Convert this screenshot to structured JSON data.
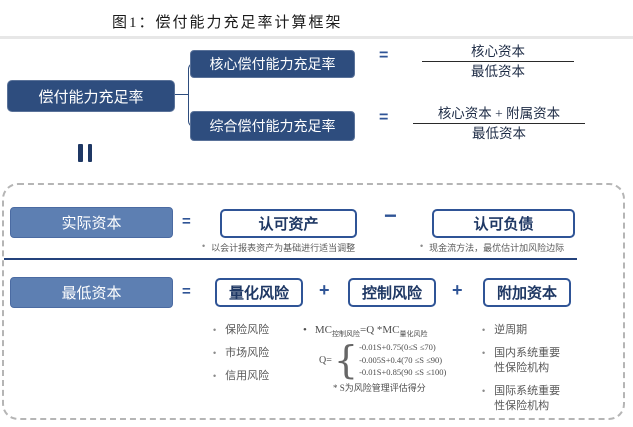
{
  "title": "图1：偿付能力充足率计算框架",
  "colors": {
    "dark_navy_box": "#2e4d7e",
    "steel_blue_box": "#5d7fb2",
    "outline_blue": "#2f5496",
    "operator_blue": "#2f5496",
    "note_gray": "#595959",
    "dashed_border_gray": "#b5b5b5",
    "divider_navy": "#24427c"
  },
  "operators": {
    "equals": "=",
    "minus": "−",
    "plus": "+"
  },
  "tree": {
    "root": {
      "label": "偿付能力充足率"
    },
    "branches": [
      {
        "label": "核心偿付能力充足率",
        "numerator": "核心资本",
        "denominator": "最低资本"
      },
      {
        "label": "综合偿付能力充足率",
        "numerator": "核心资本 + 附属资本",
        "denominator": "最低资本"
      }
    ]
  },
  "panel": {
    "actual": {
      "label": "实际资本",
      "terms": [
        {
          "label": "认可资产",
          "note": "以会计报表资产为基础进行适当调整"
        },
        {
          "label": "认可负债",
          "note": "现金流方法，最优估计加风险边际"
        }
      ]
    },
    "minimum": {
      "label": "最低资本",
      "terms": [
        {
          "label": "量化风险",
          "bullets": [
            "保险风险",
            "市场风险",
            "信用风险"
          ]
        },
        {
          "label": "控制风险",
          "formula": {
            "mc_left": "MC",
            "mc_left_sub": "控制风险",
            "mc_mid": "=Q *",
            "mc_right": "MC",
            "mc_right_sub": "量化风险",
            "q_label": "Q=",
            "brace": "{",
            "piecewise": [
              "-0.01S+0.75(0≤S ≤70)",
              "-0.005S+0.4(70 ≤S ≤90)",
              "-0.01S+0.85(90 ≤S ≤100)"
            ],
            "footnote": "* S为风险管理评估得分"
          }
        },
        {
          "label": "附加资本",
          "bullets": [
            "逆周期",
            "国内系统重要性保险机构",
            "国际系统重要性保险机构"
          ]
        }
      ]
    }
  }
}
